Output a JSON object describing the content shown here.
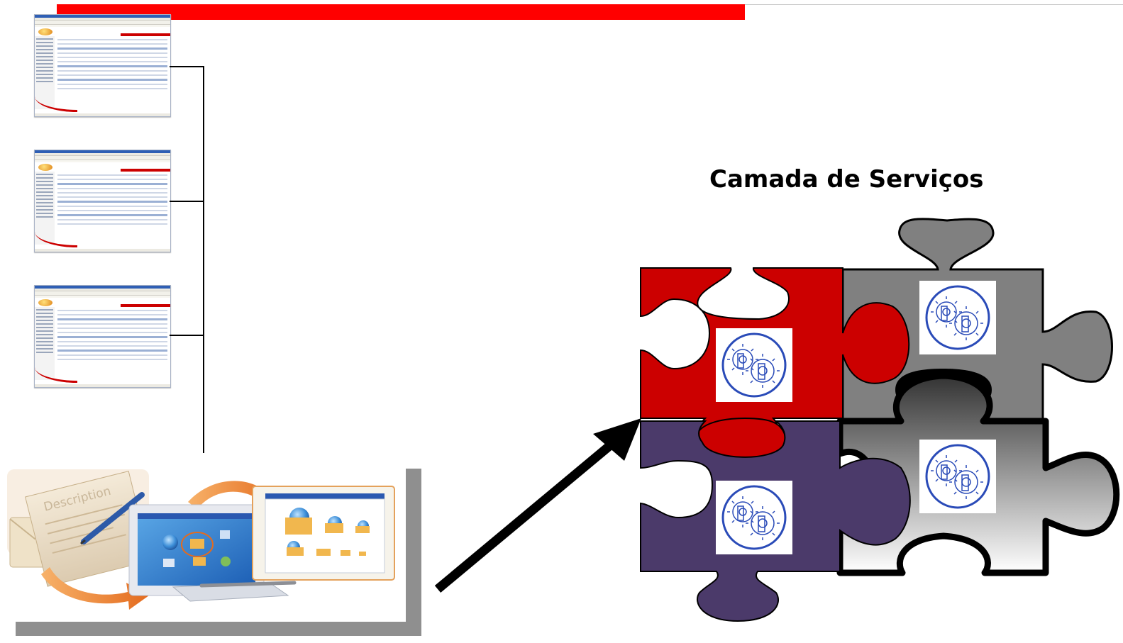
{
  "service_layer": {
    "title": "Camada de Serviços"
  },
  "description_card": {
    "label": "Description"
  },
  "colors": {
    "accent_bar": "#ff0000",
    "piece_red": "#cc0000",
    "piece_gray": "#808080",
    "piece_purple": "#4b3a6a",
    "piece_gradient_top": "#333333",
    "piece_gradient_bottom": "#ffffff",
    "gear_stroke": "#2a4bb8"
  },
  "screenshots": [
    {
      "name": "web-app-screenshot-1"
    },
    {
      "name": "web-app-screenshot-2"
    },
    {
      "name": "web-app-screenshot-3"
    }
  ]
}
